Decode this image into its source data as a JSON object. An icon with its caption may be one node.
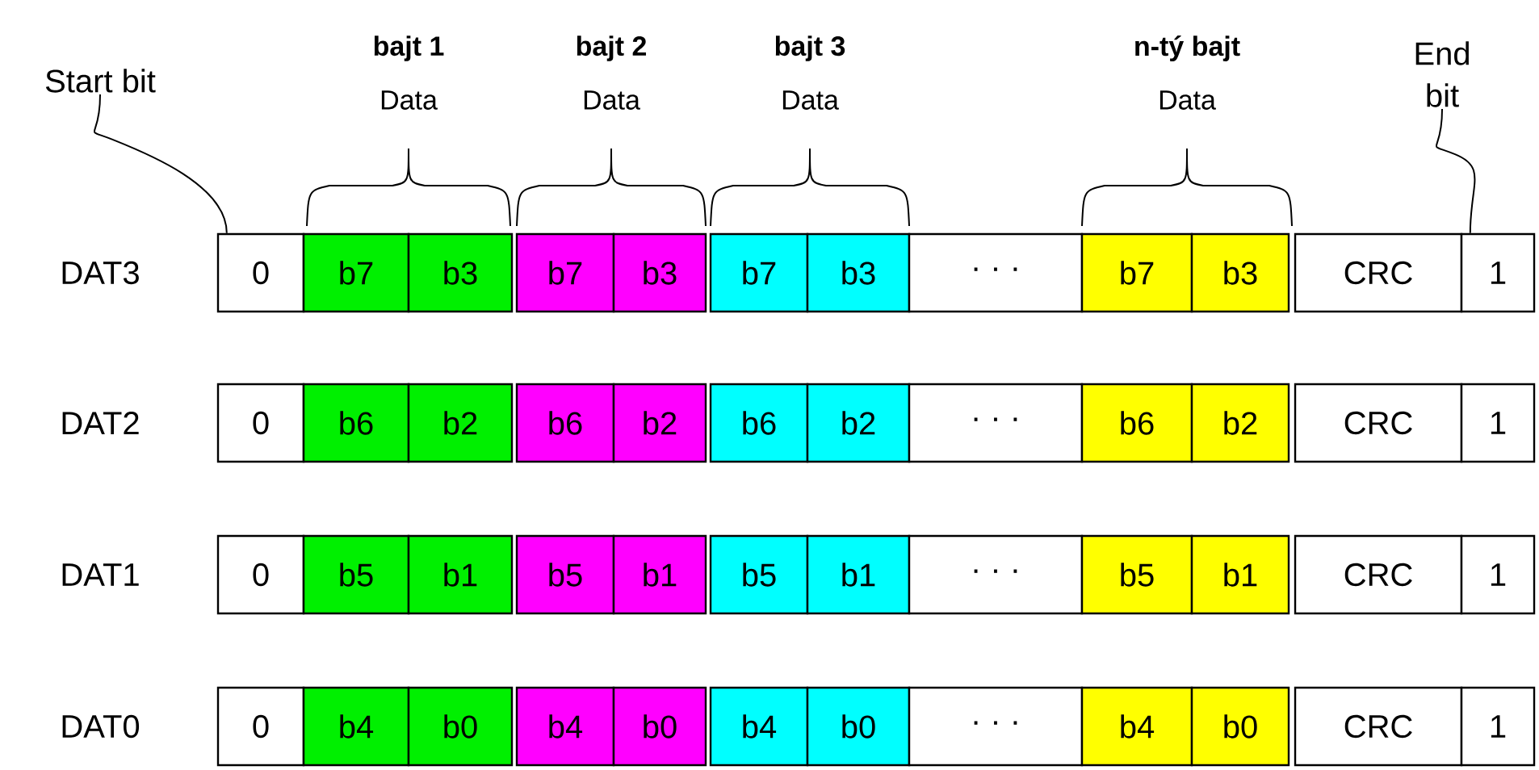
{
  "diagram": {
    "nodes": [
      {
        "text": [
          "0"
        ]
      },
      {
        "text": [
          "b7"
        ]
      },
      {
        "text": [
          "b3"
        ]
      },
      {
        "text": [
          "b7"
        ]
      },
      {
        "text": [
          "b3"
        ]
      },
      {
        "text": [
          "b7"
        ]
      },
      {
        "text": [
          "b3"
        ]
      },
      {
        "text": [
          "· · ·"
        ]
      },
      {
        "text": [
          "b7"
        ]
      },
      {
        "text": [
          "b3"
        ]
      },
      {
        "text": [
          "CRC"
        ]
      },
      {
        "text": [
          "1"
        ]
      },
      {
        "text": [
          "0"
        ]
      },
      {
        "text": [
          "b6"
        ]
      },
      {
        "text": [
          "b2"
        ]
      },
      {
        "text": [
          "b6"
        ]
      },
      {
        "text": [
          "b2"
        ]
      },
      {
        "text": [
          "b6"
        ]
      },
      {
        "text": [
          "b2"
        ]
      },
      {
        "text": [
          "· · ·"
        ]
      },
      {
        "text": [
          "b6"
        ]
      },
      {
        "text": [
          "b2"
        ]
      },
      {
        "text": [
          "CRC"
        ]
      },
      {
        "text": [
          "1"
        ]
      },
      {
        "text": [
          "0"
        ]
      },
      {
        "text": [
          "b5"
        ]
      },
      {
        "text": [
          "b1"
        ]
      },
      {
        "text": [
          "b5"
        ]
      },
      {
        "text": [
          "b1"
        ]
      },
      {
        "text": [
          "b5"
        ]
      },
      {
        "text": [
          "b1"
        ]
      },
      {
        "text": [
          "· · ·"
        ]
      },
      {
        "text": [
          "b5"
        ]
      },
      {
        "text": [
          "b1"
        ]
      },
      {
        "text": [
          "CRC"
        ]
      },
      {
        "text": [
          "1"
        ]
      },
      {
        "text": [
          "0"
        ]
      },
      {
        "text": [
          "b4"
        ]
      },
      {
        "text": [
          "b0"
        ]
      },
      {
        "text": [
          "b4"
        ]
      },
      {
        "text": [
          "b0"
        ]
      },
      {
        "text": [
          "b4"
        ]
      },
      {
        "text": [
          "b0"
        ]
      },
      {
        "text": [
          "· · ·"
        ]
      },
      {
        "text": [
          "b4"
        ]
      },
      {
        "text": [
          "b0"
        ]
      },
      {
        "text": [
          "CRC"
        ]
      },
      {
        "text": [
          "1"
        ]
      },
      {
        "text": [
          "Start bit"
        ]
      },
      {
        "text": [
          "End bit"
        ]
      }
    ],
    "edges": [
      {
        "from": 48,
        "to": 0,
        "arrow": "none"
      },
      {
        "from": 49,
        "to": 11,
        "arrow": "none"
      }
    ],
    "labels": [
      "bajt 1",
      "Data",
      "bajt 2",
      "Data",
      "bajt 3",
      "Data",
      "n-tý bajt",
      "Data",
      "DAT3",
      "DAT2",
      "DAT1",
      "DAT0"
    ]
  }
}
